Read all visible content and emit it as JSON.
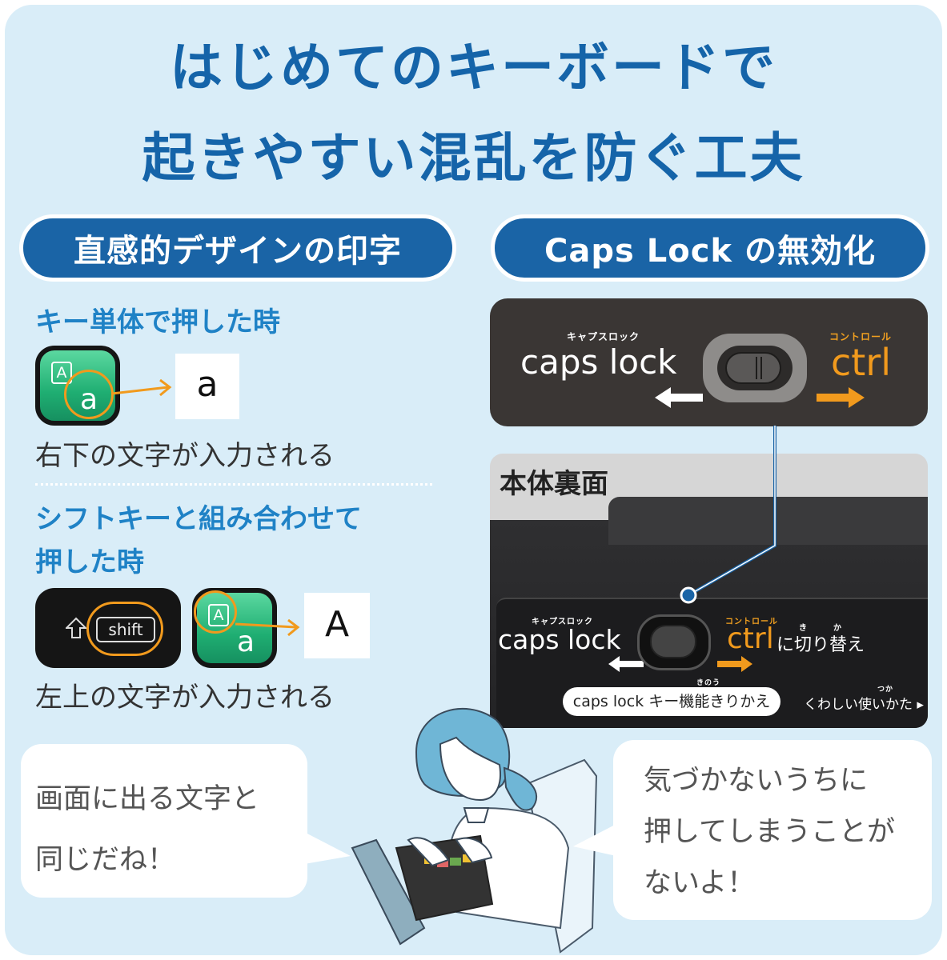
{
  "title": {
    "line1": "はじめてのキーボードで",
    "line2": "起きやすい混乱を防ぐ工夫"
  },
  "left_section": {
    "pill": "直感的デザインの印字",
    "single_key": {
      "heading": "キー単体で押した時",
      "key_upper": "A",
      "key_lower": "a",
      "output": "a",
      "caption": "右下の文字が入力される"
    },
    "shift_combo": {
      "heading_line1": "シフトキーと組み合わせて",
      "heading_line2": "押した時",
      "shift_label": "shift",
      "key_upper": "A",
      "key_lower": "a",
      "output": "A",
      "caption": "左上の文字が入力される"
    }
  },
  "right_section": {
    "pill": "Caps Lock の無効化",
    "switch_panel": {
      "caps_kana": "キャプスロック",
      "caps_label": "caps lock",
      "ctrl_kana": "コントロール",
      "ctrl_label": "ctrl"
    },
    "photo": {
      "label": "本体裏面",
      "caps_kana": "キャプスロック",
      "caps_label": "caps lock",
      "ctrl_kana": "コントロール",
      "ctrl_label": "ctrl",
      "switch_to": "に切り替え",
      "ruby_ki": "き",
      "ruby_ka": "か",
      "function_pill": "caps lock キー機能きりかえ",
      "ruby_kinou": "きのう",
      "detail_link": "くわしい使いかた ▸",
      "ruby_tsuka": "つか"
    }
  },
  "bubbles": {
    "left": [
      "画面に出る文字と",
      "同じだね！"
    ],
    "right": [
      "気づかないうちに",
      "押してしまうことが",
      "ないよ！"
    ]
  },
  "colors": {
    "background": "#d9edf8",
    "title_blue": "#1564a9",
    "heading_blue": "#1f82c6",
    "accent_orange": "#f19a1d",
    "key_green": "#1fae72"
  }
}
